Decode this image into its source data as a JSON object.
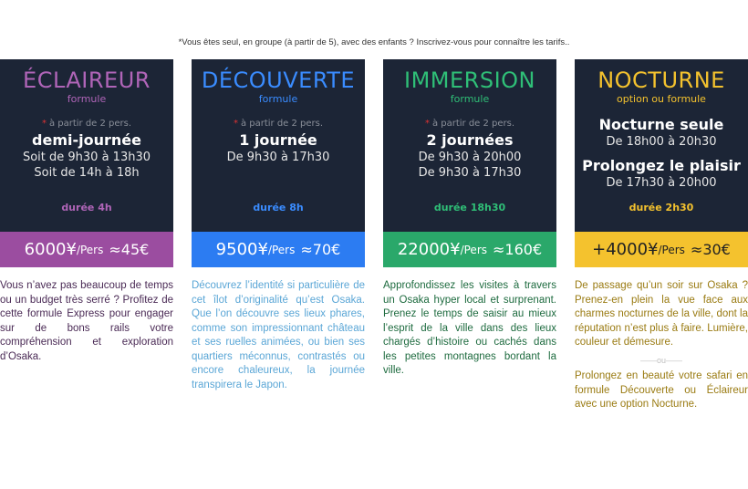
{
  "note": "*Vous êtes seul, en groupe (à partir de 5), avec des enfants ? Inscrivez-vous pour connaître les tarifs..",
  "colors": {
    "eclaireur": "#9b4da0",
    "decouverte": "#2c7cf2",
    "immersion": "#2aa86a",
    "nocturne": "#f4c22e",
    "card_bg": "#1c2536"
  },
  "cards": [
    {
      "title": "ÉCLAIREUR",
      "subtitle": "formule",
      "from_star": "*",
      "from": "à partir de 2 pers.",
      "main": "demi-journée",
      "lines": [
        "Soit de 9h30 à 13h30",
        "Soit de 14h à 18h"
      ],
      "duration": "durée 4h",
      "price": "6000¥",
      "pers": "/Pers",
      "eur": "≈45€",
      "description": "Vous n’avez pas beaucoup de temps ou un budget très serré ? Profitez de cette formule Express pour engager sur de bons rails votre compréhension et exploration d’Osaka."
    },
    {
      "title": "DÉCOUVERTE",
      "subtitle": "formule",
      "from_star": "*",
      "from": "à partir de 2 pers.",
      "main": "1 journée",
      "lines": [
        "De 9h30 à 17h30"
      ],
      "duration": "durée 8h",
      "price": "9500¥",
      "pers": "/Pers",
      "eur": "≈70€",
      "description": "Découvrez l’identité si particulière de cet îlot d’originalité qu’est Osaka. Que l’on découvre ses lieux phares, comme son impressionnant château et ses ruelles animées, ou bien ses quartiers méconnus, contrastés ou encore chaleureux, la journée transpirera le Japon."
    },
    {
      "title": "IMMERSION",
      "subtitle": "formule",
      "from_star": "*",
      "from": "à partir de 2 pers.",
      "main": "2 journées",
      "lines": [
        "De 9h30 à 20h00",
        "De 9h30 à 17h30"
      ],
      "duration": "durée 18h30",
      "price": "22000¥",
      "pers": "/Pers",
      "eur": "≈160€",
      "description": "Approfondissez les visites à travers un Osaka hyper local et surprenant. Prenez le temps de saisir au mieux l’esprit de la ville dans des lieux chargés d’histoire ou cachés dans les petites montagnes bordant la ville."
    },
    {
      "title": "NOCTURNE",
      "subtitle": "option ou formule",
      "main1": "Nocturne seule",
      "line1": "De 18h00 à 20h30",
      "main2": "Prolongez le plaisir",
      "line2": "De 17h30 à 20h00",
      "duration": "durée 2h30",
      "price": "+4000¥",
      "pers": "/Pers",
      "eur": "≈30€",
      "description1": "De passage qu’un soir sur Osaka ? Prenez-en plein la vue face aux charmes nocturnes de la ville, dont la réputation n’est plus à faire. Lumière, couleur et démesure.",
      "separator": "ou",
      "description2": "Prolongez en beauté votre safari en formule Découverte ou Éclaireur avec une option Nocturne."
    }
  ]
}
